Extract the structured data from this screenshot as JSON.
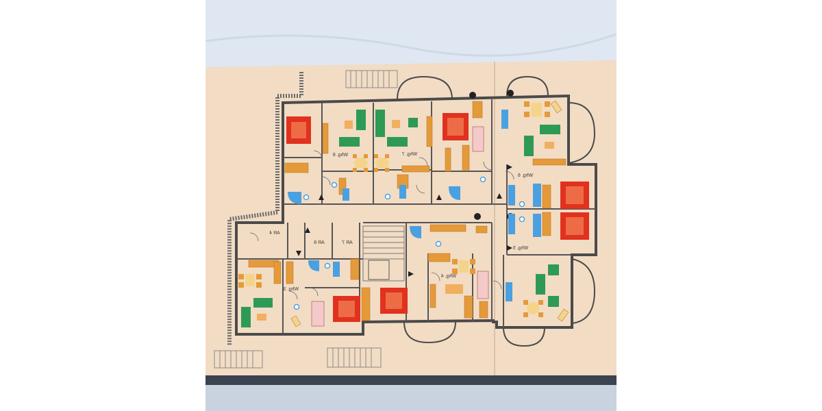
{
  "photo": {
    "subject": "",
    "colors": {
      "background_white": "#ffffff",
      "cloth": "#dfe7f2",
      "paper": "#f2dcc4",
      "wall": "#4a4a4a",
      "bed_red": "#e0321e",
      "bed_orange": "#f0a050",
      "sofa_green": "#2f9a55",
      "furniture_orange": "#e59a3a",
      "fixture_blue": "#4aa0e0",
      "bath_pink": "#f5c9c9",
      "bottom_edge": "#3b4250"
    }
  },
  "plan": {
    "units": [
      {
        "label": "Whg. 8"
      },
      {
        "label": "Whg. 7"
      },
      {
        "label": "Whg. 6"
      },
      {
        "label": "Whg. 5"
      },
      {
        "label": "Whg. 4"
      },
      {
        "label": "Whg. 3"
      }
    ],
    "storage": [
      {
        "label": "AR 4"
      },
      {
        "label": "AR 8"
      },
      {
        "label": "AR 7"
      }
    ]
  }
}
